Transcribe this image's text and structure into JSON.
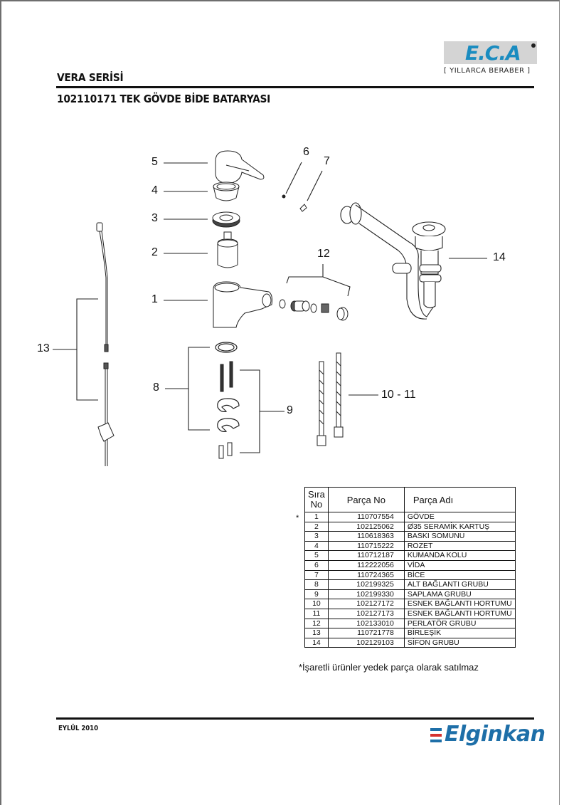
{
  "header": {
    "series": "VERA SERİSİ",
    "product_title": "102110171 TEK GÖVDE BİDE BATARYASI",
    "brand_logo": {
      "text": "E.C.A",
      "slogan": "[ YILLARCA BERABER ]",
      "color": "#1a8cc0",
      "background": "#d4d4d4"
    }
  },
  "diagram": {
    "callouts": [
      "1",
      "2",
      "3",
      "4",
      "5",
      "6",
      "7",
      "8",
      "9",
      "10 - 11",
      "12",
      "13",
      "14"
    ]
  },
  "parts_table": {
    "headers": {
      "no": "Sıra No",
      "no_line1": "Sıra",
      "no_line2": "No",
      "part_no": "Parça No",
      "part_name": "Parça Adı"
    },
    "marker": "*",
    "rows": [
      {
        "no": "1",
        "part_no": "110707554",
        "name": "GÖVDE",
        "marked": true
      },
      {
        "no": "2",
        "part_no": "102125062",
        "name": "Ø35 SERAMİK KARTUŞ"
      },
      {
        "no": "3",
        "part_no": "110618363",
        "name": "BASKI SOMUNU"
      },
      {
        "no": "4",
        "part_no": "110715222",
        "name": "ROZET"
      },
      {
        "no": "5",
        "part_no": "110712187",
        "name": "KUMANDA KOLU"
      },
      {
        "no": "6",
        "part_no": "112222056",
        "name": "VİDA"
      },
      {
        "no": "7",
        "part_no": "110724365",
        "name": "BİCE"
      },
      {
        "no": "8",
        "part_no": "102199325",
        "name": "ALT BAĞLANTI GRUBU"
      },
      {
        "no": "9",
        "part_no": "102199330",
        "name": "SAPLAMA GRUBU"
      },
      {
        "no": "10",
        "part_no": "102127172",
        "name": "ESNEK BAĞLANTI HORTUMU"
      },
      {
        "no": "11",
        "part_no": "102127173",
        "name": "ESNEK BAĞLANTI HORTUMU"
      },
      {
        "no": "12",
        "part_no": "102133010",
        "name": "PERLATÖR GRUBU"
      },
      {
        "no": "13",
        "part_no": "110721778",
        "name": "BİRLEŞİK"
      },
      {
        "no": "14",
        "part_no": "102129103",
        "name": "SİFON GRUBU"
      }
    ],
    "note": "*İşaretli ürünler yedek parça olarak satılmaz"
  },
  "footer": {
    "date": "EYLÜL 2010",
    "company_logo": {
      "text": "Elginkan",
      "color": "#1e6fa8",
      "bar_colors": [
        "#1e6fa8",
        "#d6322e",
        "#1e6fa8"
      ]
    }
  }
}
